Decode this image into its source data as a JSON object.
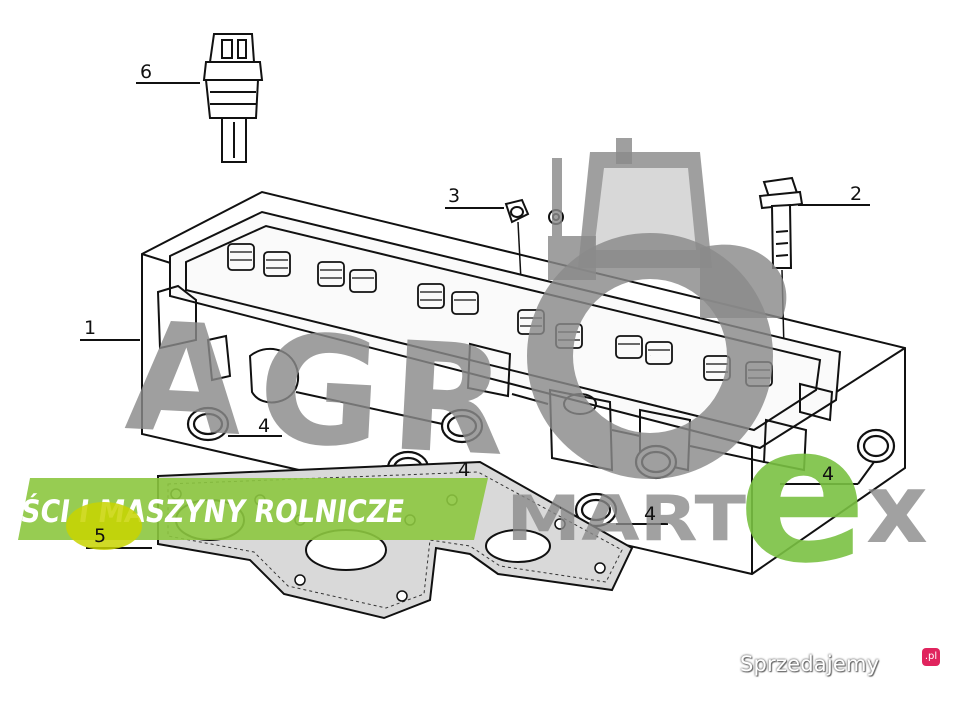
{
  "diagram": {
    "callouts": {
      "cylinder_head": "1",
      "bolt": "2",
      "nut": "3",
      "seal_a": "4",
      "seal_b": "4",
      "seal_c": "4",
      "seal_d": "4",
      "seal_e": "4",
      "gasket": "5",
      "sensor": "6"
    }
  },
  "watermark": {
    "letters": [
      "A",
      "G",
      "R",
      "O"
    ],
    "mart": "MART",
    "e": "e",
    "x": "x",
    "banner": "CZĘŚCI I MASZYNY ROLNICZE",
    "colors": {
      "grey": "#8a8a8a",
      "green": "#7ac142",
      "banner_green": "#8cc63f"
    }
  },
  "branding": {
    "site": "Sprzedajemy",
    "badge": ".pl"
  }
}
